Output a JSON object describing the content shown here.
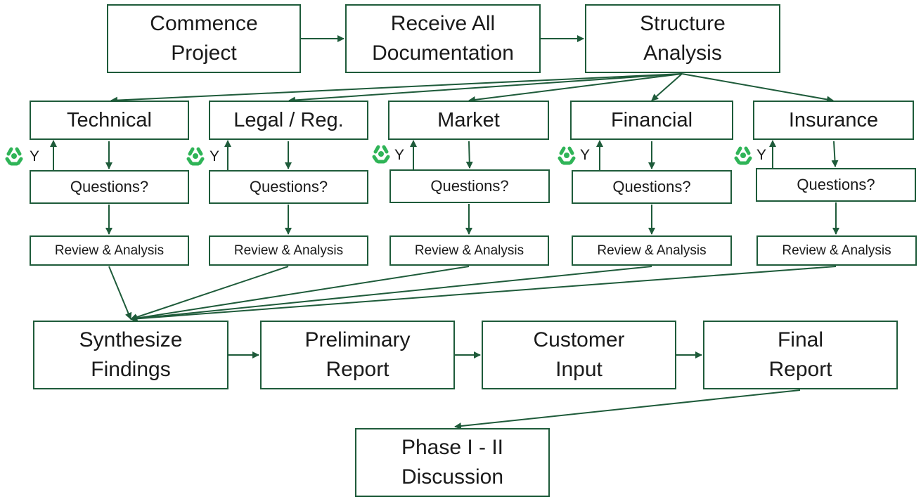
{
  "colors": {
    "stroke": "#1e5b3a",
    "icon": "#2fb457"
  },
  "top_row": [
    {
      "id": "commence",
      "label": "Commence\nProject"
    },
    {
      "id": "receive",
      "label": "Receive All\nDocumentation"
    },
    {
      "id": "structure",
      "label": "Structure\nAnalysis"
    }
  ],
  "categories": [
    {
      "label": "Technical",
      "question": "Questions?",
      "review": "Review & Analysis",
      "loop_label": "Y",
      "loop_icon": "recycle-icon"
    },
    {
      "label": "Legal / Reg.",
      "question": "Questions?",
      "review": "Review & Analysis",
      "loop_label": "Y",
      "loop_icon": "recycle-icon"
    },
    {
      "label": "Market",
      "question": "Questions?",
      "review": "Review & Analysis",
      "loop_label": "Y",
      "loop_icon": "recycle-icon"
    },
    {
      "label": "Financial",
      "question": "Questions?",
      "review": "Review & Analysis",
      "loop_label": "Y",
      "loop_icon": "recycle-icon"
    },
    {
      "label": "Insurance",
      "question": "Questions?",
      "review": "Review & Analysis",
      "loop_label": "Y",
      "loop_icon": "recycle-icon"
    }
  ],
  "bottom_row": [
    {
      "id": "synthesize",
      "label": "Synthesize\nFindings"
    },
    {
      "id": "preliminary",
      "label": "Preliminary\nReport"
    },
    {
      "id": "customer",
      "label": "Customer\nInput"
    },
    {
      "id": "final",
      "label": "Final\nReport"
    }
  ],
  "phase": {
    "label": "Phase I - II\nDiscussion"
  }
}
